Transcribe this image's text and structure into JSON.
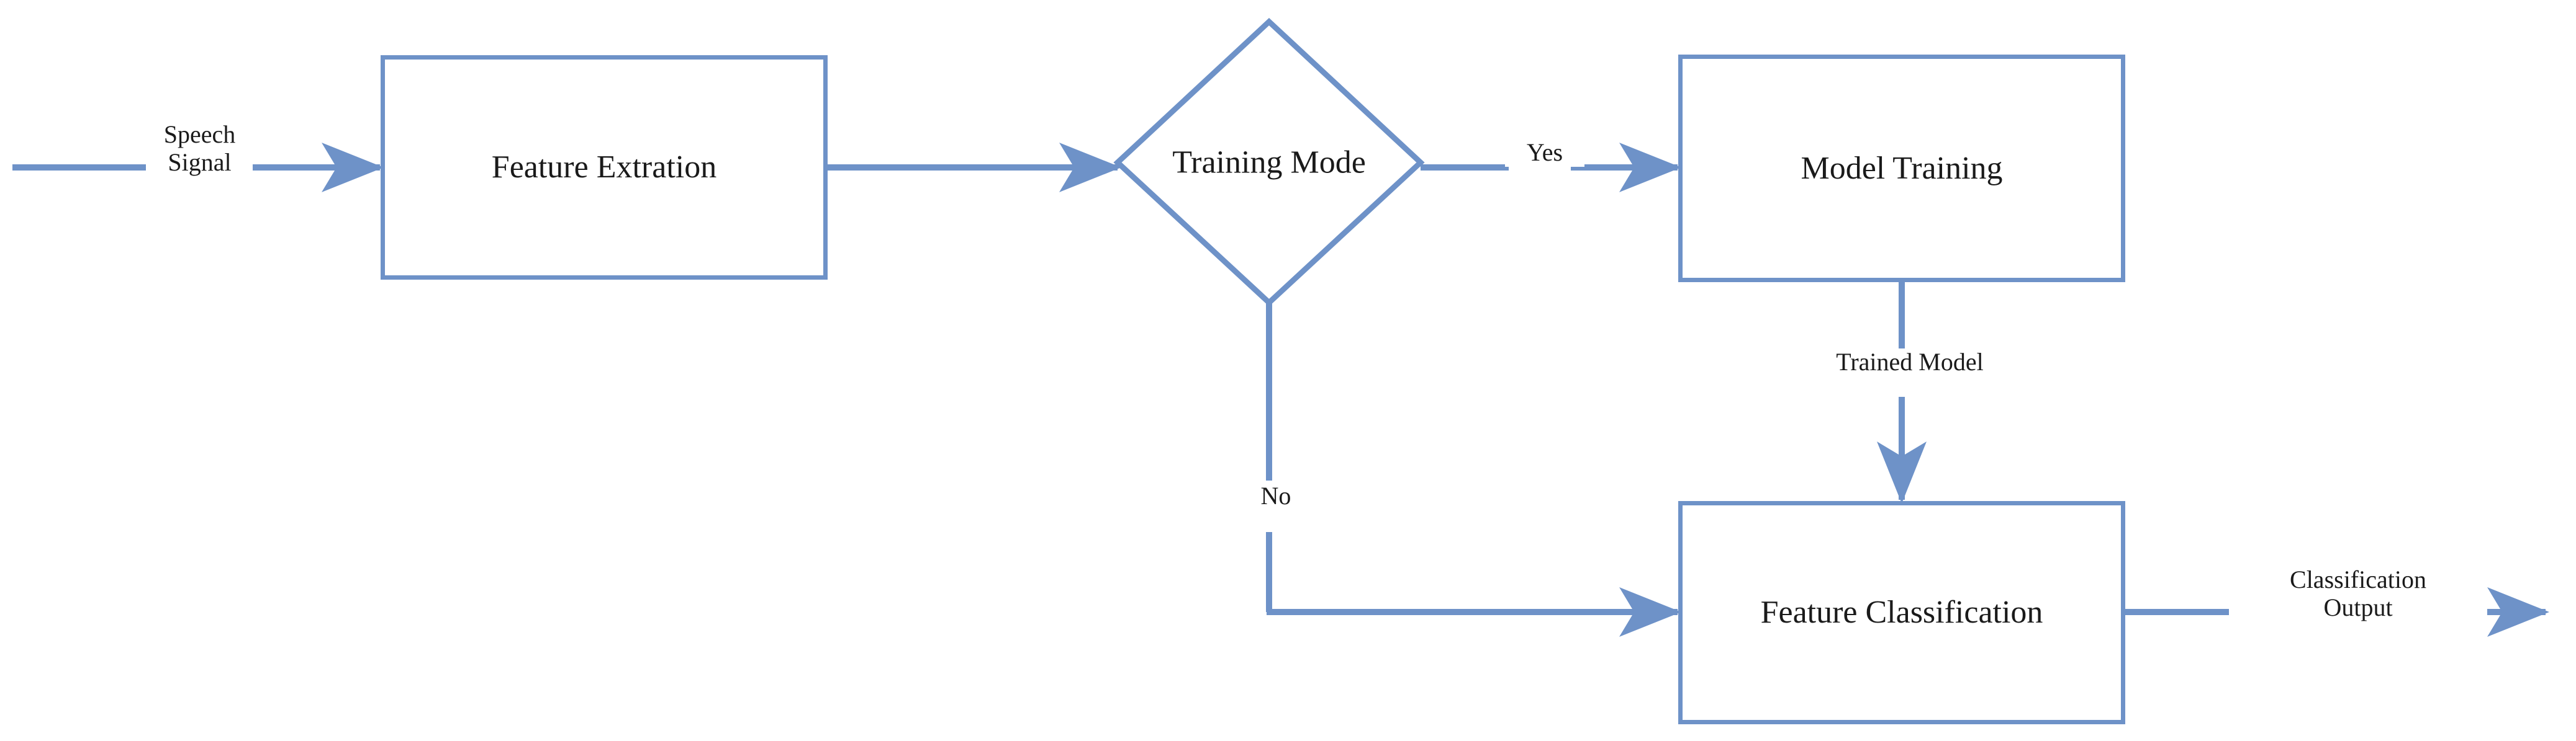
{
  "diagram": {
    "title": "Speech signal processing flowchart",
    "accent_color": "#6e92c8",
    "text_color": "#1a1a1a",
    "background_color": "#ffffff",
    "nodes": [
      {
        "id": "feature-extraction",
        "type": "process",
        "label": "Feature Extration"
      },
      {
        "id": "training-mode",
        "type": "decision",
        "label": "Training Mode"
      },
      {
        "id": "model-training",
        "type": "process",
        "label": "Model Training"
      },
      {
        "id": "feature-classification",
        "type": "process",
        "label": "Feature Classification"
      }
    ],
    "edge_labels": {
      "input": "Speech\nSignal",
      "input_line1": "Speech",
      "input_line2": "Signal",
      "yes": "Yes",
      "no": "No",
      "trained_model": "Trained Model",
      "output_line1": "Classification",
      "output_line2": "Output"
    }
  }
}
